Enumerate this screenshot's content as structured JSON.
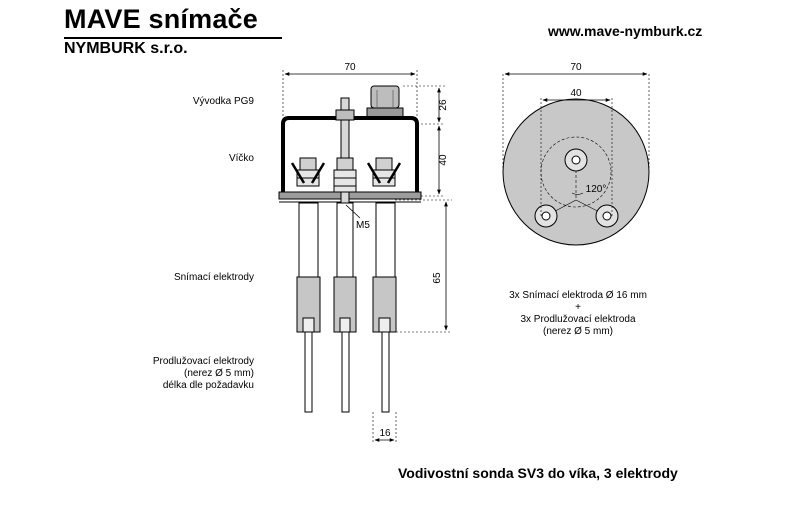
{
  "header": {
    "brand": "MAVE snímače",
    "company": "NYMBURK s.r.o.",
    "website": "www.mave-nymburk.cz"
  },
  "labels": {
    "vyvodka": "Vývodka PG9",
    "vicko": "Víčko",
    "snimaci": "Snímací elektrody",
    "prodluzovaci_1": "Prodlužovací elektrody",
    "prodluzovaci_2": "(nerez Ø 5 mm)",
    "prodluzovaci_3": "délka dle požadavku"
  },
  "dimensions": {
    "width_side": "70",
    "width_top": "70",
    "pitch_top": "40",
    "gland_height": "26",
    "lid_height": "40",
    "electrode_length": "65",
    "extension_width": "16",
    "thread": "M5",
    "angle": "120°"
  },
  "notes": {
    "line1": "3x Snímací elektroda Ø 16 mm",
    "line2": "+",
    "line3": "3x Prodlužovací elektroda",
    "line4": "(nerez Ø 5 mm)"
  },
  "caption": "Vodivostní sonda SV3 do víka, 3 elektrody",
  "colors": {
    "disc": "#c8c8c8",
    "sleeve": "#c6c6c6",
    "ink": "#000000",
    "dimension": "#444444"
  }
}
